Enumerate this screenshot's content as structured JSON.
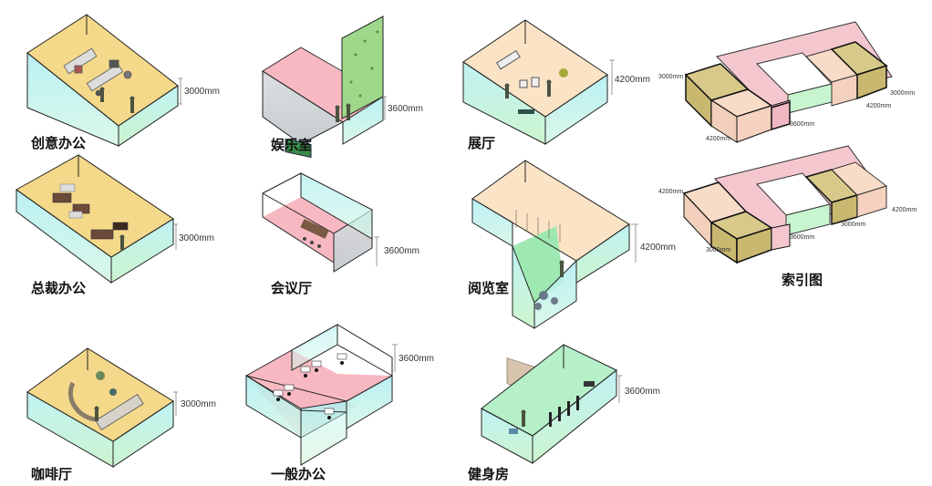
{
  "rooms": [
    {
      "id": "creative",
      "name": "创意办公",
      "height": "3000mm",
      "floor": "#f5d98a"
    },
    {
      "id": "recreation",
      "name": "娱乐室",
      "height": "3600mm",
      "floor": "#f7b8c2"
    },
    {
      "id": "exhibition",
      "name": "展厅",
      "height": "4200mm",
      "floor": "#fbe3c6"
    },
    {
      "id": "president",
      "name": "总裁办公",
      "height": "3000mm",
      "floor": "#f5d98a"
    },
    {
      "id": "meeting",
      "name": "会议厅",
      "height": "3600mm",
      "floor": "#f7b8c2"
    },
    {
      "id": "reading",
      "name": "阅览室",
      "height": "4200mm",
      "floor": "#fbe3c6"
    },
    {
      "id": "cafe",
      "name": "咖啡厅",
      "height": "3000mm",
      "floor": "#f5d98a"
    },
    {
      "id": "general",
      "name": "一般办公",
      "height": "3600mm",
      "floor": "#f7b8c2"
    },
    {
      "id": "gym",
      "name": "健身房",
      "height": "3600mm",
      "floor": "#b5f0c8"
    }
  ],
  "index_map": {
    "title": "索引图",
    "top_labels": [
      "3000mm",
      "4200mm",
      "3600mm",
      "4200mm",
      "3000mm"
    ],
    "bottom_labels": [
      "4200mm",
      "3000mm",
      "3600mm",
      "3000mm",
      "4200mm"
    ]
  },
  "colors": {
    "h3000": "#d8c98a",
    "h3600": "#f4c7cf",
    "h4200": "#f9dcc8",
    "glass_blue": "#bff2f2",
    "glass_green": "#c8f5cf"
  }
}
